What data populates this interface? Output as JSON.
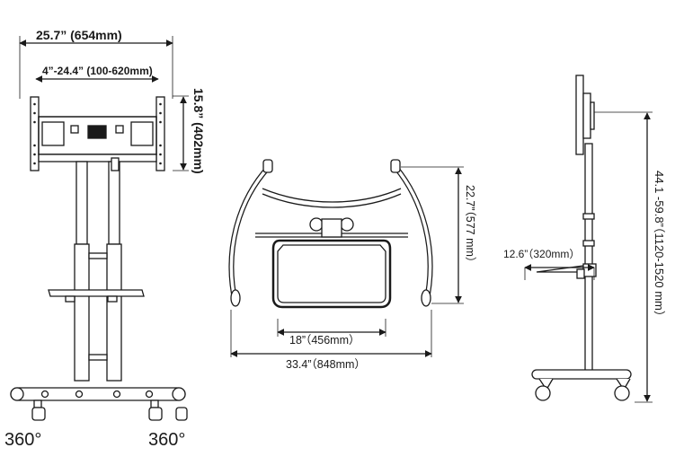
{
  "front_view": {
    "overall_width": "25.7” (654mm)",
    "vesa_width": "4”-24.4” (100-620mm)",
    "vesa_height": "15.8” (402mm)",
    "rotation_left": "360°",
    "rotation_right": "360°"
  },
  "top_view": {
    "depth": "22.7”（577 mm）",
    "shelf_width": "18”（456mm）",
    "base_width": "33.4”（848mm）"
  },
  "side_view": {
    "shelf_depth": "12.6”（320mm）",
    "height_range": "44.1 -59.8”（1120-1520 mm）"
  },
  "colors": {
    "line": "#1a1a1a",
    "fill": "#ffffff",
    "gray": "#9a9a9a"
  }
}
